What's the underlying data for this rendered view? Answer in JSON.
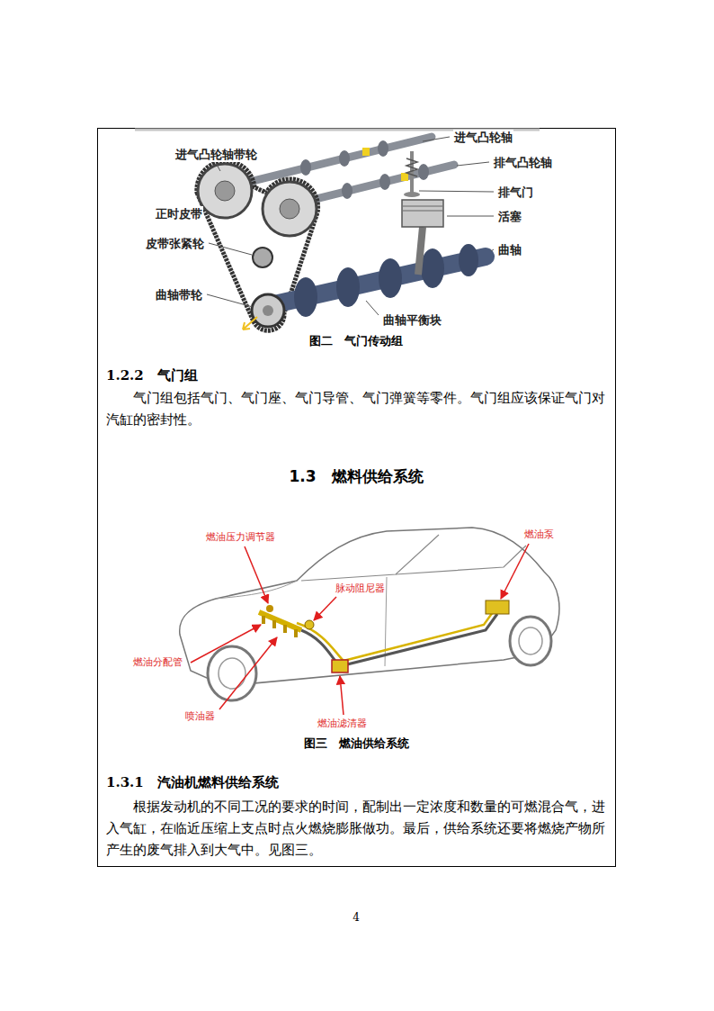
{
  "diagram": {
    "labels": [
      "进气凸轮轴",
      "进气凸轮轴带轮",
      "排气凸轮轴",
      "排气门",
      "正时皮带",
      "活塞",
      "皮带张紧轮",
      "曲轴",
      "曲轴带轮",
      "曲轴平衡块",
      "图二　气门传动组",
      "1.2.2　气门组",
      "气门组包括气门、气门座、气门导管、气门弹簧等零件。气门组应该保证气门对汽缸的密封性。",
      "1.3　燃料供给系统",
      "燃油压力调节器",
      "燃油泵",
      "脉动阻尼器",
      "燃油分配管",
      "喷油器",
      "燃油滤清器",
      "图三　燃油供给系统",
      "1.3.1　汽油机燃料供给系统",
      "根据发动机的不同工况的要求的时间，配制出一定浓度和数量的可燃混合气，进入气缸，在临近压缩上支点时点火燃烧膨胀做功。最后，供给系统还要将燃烧产物所产生的废气排入到大气中。见图三。",
      "4"
    ]
  }
}
